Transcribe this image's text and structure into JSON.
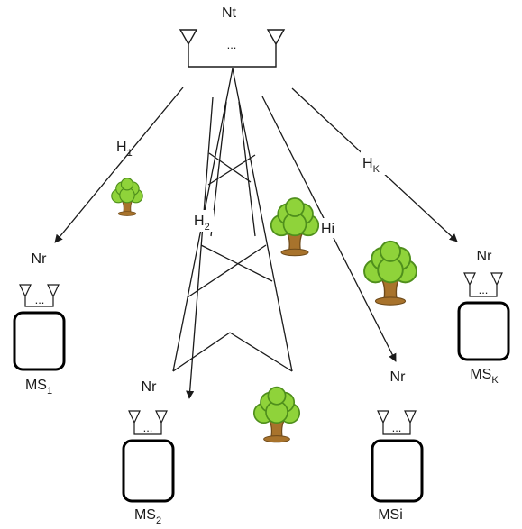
{
  "transmitter": {
    "label": "Nt",
    "dots": "..."
  },
  "tower_icon": "transmission-tower",
  "tree_icon": "tree",
  "colors": {
    "line": "#1a1a1a",
    "tree_leaf_light": "#8fd33a",
    "tree_leaf_dark": "#4f8f1c",
    "tree_trunk": "#a8732c",
    "tree_trunk_dark": "#6e4a1a"
  },
  "channels": [
    {
      "base": "H",
      "sub": "1"
    },
    {
      "base": "H",
      "sub": "2"
    },
    {
      "base": "Hi",
      "sub": ""
    },
    {
      "base": "H",
      "sub": "K"
    }
  ],
  "stations": [
    {
      "nr": "Nr",
      "dots": "...",
      "base": "MS",
      "sub": "1"
    },
    {
      "nr": "Nr",
      "dots": "...",
      "base": "MS",
      "sub": "2"
    },
    {
      "nr": "Nr",
      "dots": "...",
      "base": "MSi",
      "sub": ""
    },
    {
      "nr": "Nr",
      "dots": "...",
      "base": "MS",
      "sub": "K"
    }
  ]
}
